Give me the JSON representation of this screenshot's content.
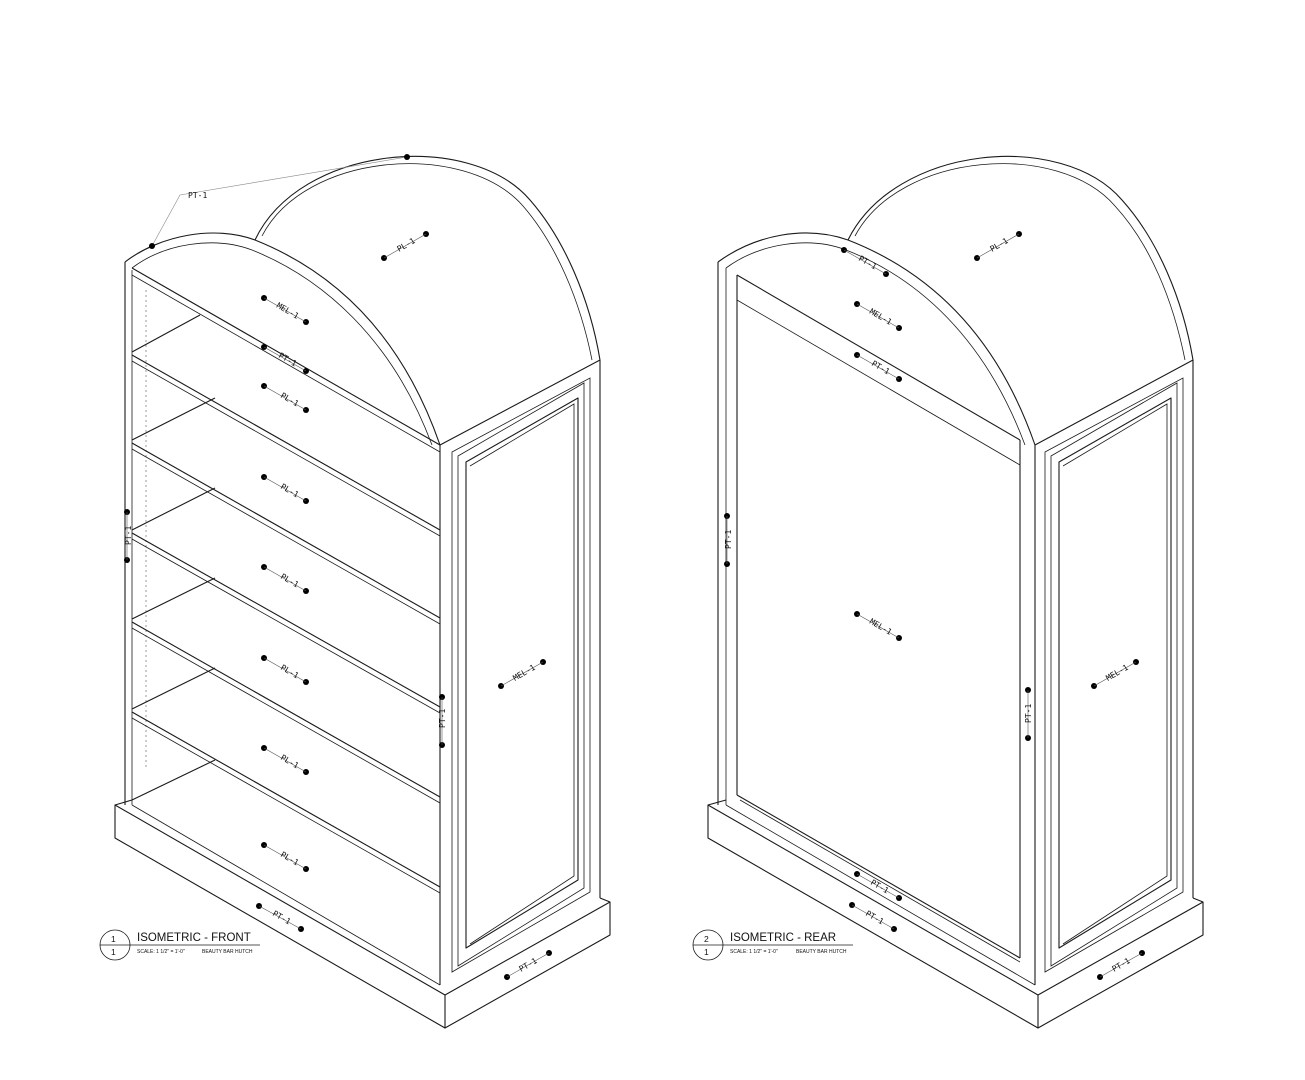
{
  "views": [
    {
      "number": "1",
      "sheet": "1",
      "title": "ISOMETRIC - FRONT",
      "scale": "SCALE: 1 1/2\" = 1'-0\"",
      "subtitle": "BEAUTY BAR HUTCH"
    },
    {
      "number": "2",
      "sheet": "1",
      "title": "ISOMETRIC - REAR",
      "scale": "SCALE: 1 1/2\" = 1'-0\"",
      "subtitle": "BEAUTY BAR HUTCH"
    }
  ],
  "tags": {
    "front": [
      "PT-1",
      "PL-1",
      "MEL-1",
      "PT-1",
      "PL-1",
      "PL-1",
      "PL-1",
      "PL-1",
      "PL-1",
      "PL-1",
      "PT-1",
      "PT-1",
      "MEL-1",
      "PT-1",
      "PT-1"
    ],
    "rear": [
      "PL-1",
      "PT-1",
      "MEL-1",
      "PT-1",
      "MEL-1",
      "PT-1",
      "MEL-1",
      "PT-1",
      "PT-1",
      "PT-1",
      "PT-1"
    ]
  }
}
